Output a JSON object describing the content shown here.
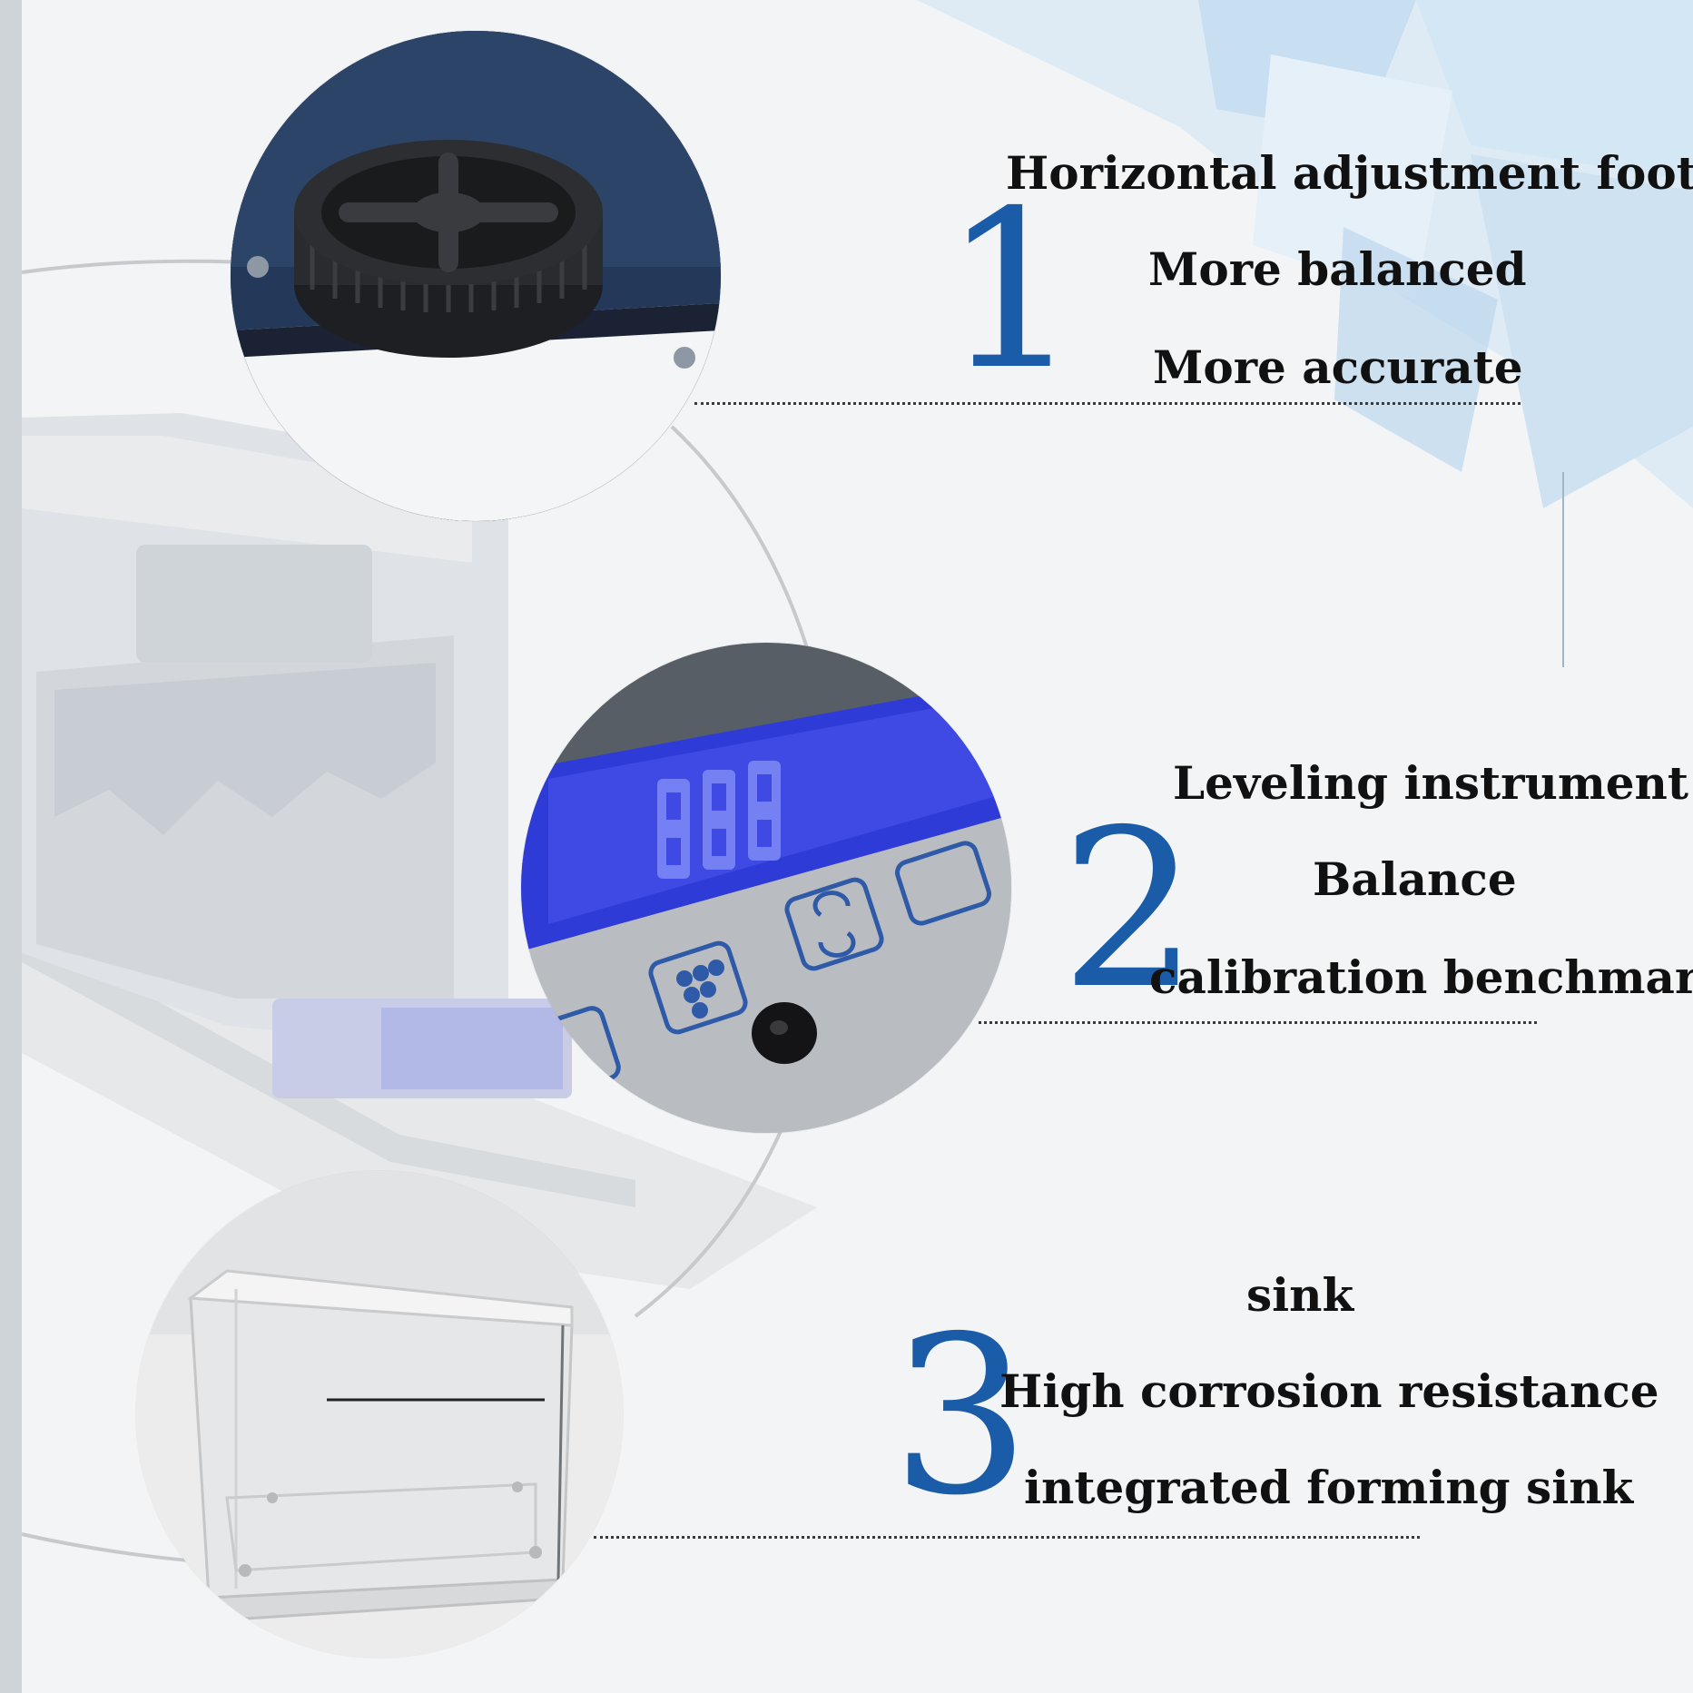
{
  "features": [
    {
      "number": "1",
      "lines": [
        "Horizontal adjustment foot",
        "More balanced",
        "More accurate"
      ],
      "photo_icon": "adjustment-foot-photo"
    },
    {
      "number": "2",
      "lines": [
        "Leveling instrument",
        "Balance",
        "calibration benchmark"
      ],
      "photo_icon": "control-panel-photo"
    },
    {
      "number": "3",
      "lines": [
        "sink",
        "High corrosion resistance",
        "integrated forming sink"
      ],
      "photo_icon": "sink-photo"
    }
  ],
  "colors": {
    "number_blue": "#1a5ca8",
    "text": "#111111",
    "background": "#f3f4f5",
    "display_blue": "#2f3bd6"
  }
}
